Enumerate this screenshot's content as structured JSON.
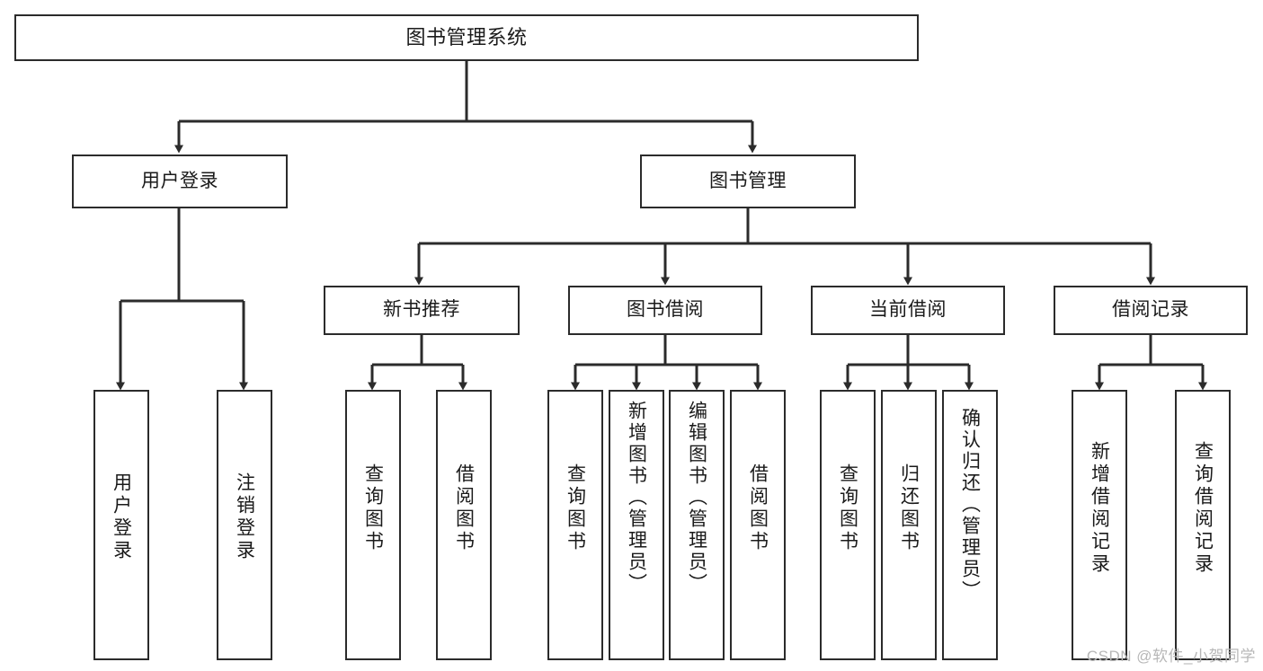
{
  "diagram": {
    "title": "图书管理系统",
    "type": "tree-hierarchy",
    "watermark": "CSDN @软件_小贺同学",
    "line_color": "#2b2b2b",
    "box_fill": "#ffffff",
    "text_color": "#1a1a1a",
    "watermark_color": "#b7b7b7"
  },
  "nodes": {
    "root": {
      "label": "图书管理系统"
    },
    "level2": [
      {
        "label": "用户登录"
      },
      {
        "label": "图书管理"
      }
    ],
    "level3": [
      {
        "label": "新书推荐"
      },
      {
        "label": "图书借阅"
      },
      {
        "label": "当前借阅"
      },
      {
        "label": "借阅记录"
      }
    ],
    "leaves": {
      "user_login": [
        {
          "label": "用户登录"
        },
        {
          "label": "注销登录"
        }
      ],
      "new_book_recommend": [
        {
          "label": "查询图书"
        },
        {
          "label": "借阅图书"
        }
      ],
      "book_borrow": [
        {
          "label": "查询图书"
        },
        {
          "label": "新增图书（管理员）"
        },
        {
          "label": "编辑图书（管理员）"
        },
        {
          "label": "借阅图书"
        }
      ],
      "current_borrow": [
        {
          "label": "查询图书"
        },
        {
          "label": "归还图书"
        },
        {
          "label": "确认归还（管理员）"
        }
      ],
      "borrow_record": [
        {
          "label": "新增借阅记录"
        },
        {
          "label": "查询借阅记录"
        }
      ]
    }
  }
}
